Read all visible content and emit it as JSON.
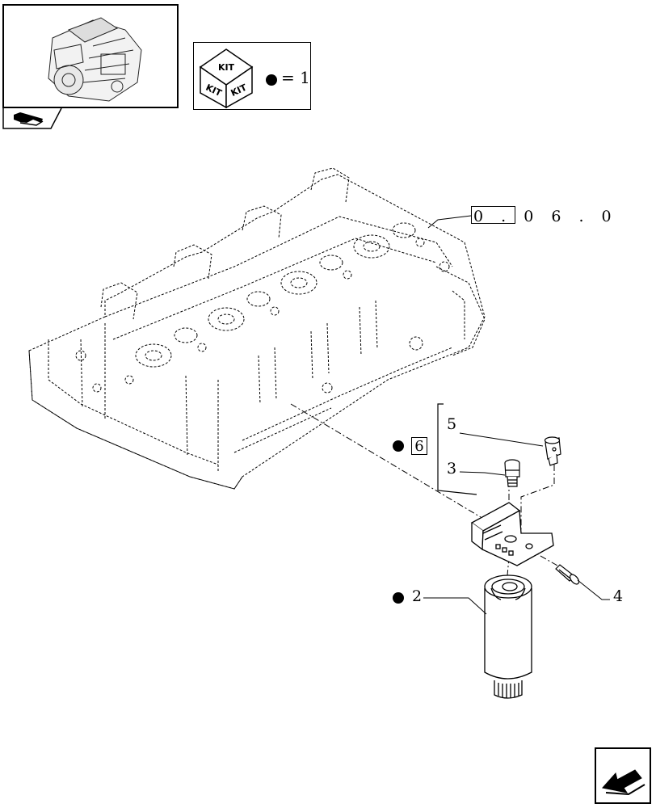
{
  "kit_legend": {
    "kit_label": "KIT",
    "qty_text": "= 1"
  },
  "ref_code": {
    "boxed": "0 . 0",
    "rest": "6 . 0"
  },
  "kit_ref": "6",
  "callouts": {
    "c2": "2",
    "c3": "3",
    "c4": "4",
    "c5": "5"
  },
  "icons": {
    "thumbnail": "engine-thumbnail-icon",
    "nav": "vehicle-nav-icon",
    "kit": "kit-cube-icon",
    "bullet": "kit-bullet-icon",
    "next": "next-page-arrow-icon"
  }
}
